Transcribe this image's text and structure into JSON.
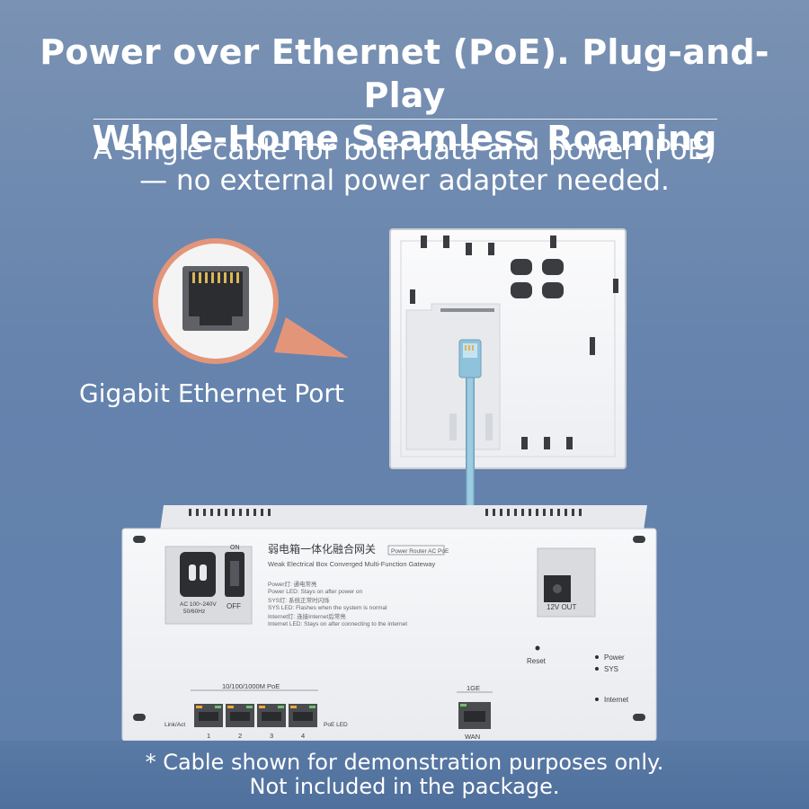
{
  "header": {
    "title_line1": "Power over Ethernet (PoE). Plug-and-Play",
    "title_line2": "Whole-Home Seamless Roaming",
    "subtitle_line1": "A single cable for both data and power (PoE)",
    "subtitle_line2": "— no external power adapter needed."
  },
  "callout": {
    "label": "Gigabit Ethernet Port",
    "icon": "rj45-port-icon"
  },
  "gateway": {
    "title_cn": "弱电箱一体化融合网关",
    "model_tag": "Power Router AC PoE",
    "title_en": "Weak Electrical Box Converged Multi-Function Gateway",
    "power_in_label": "AC 100~240V",
    "power_in_freq": "50/60Hz",
    "switch_on": "ON",
    "switch_off": "OFF",
    "led_power_cn": "Power灯: 通电常亮",
    "led_power_en": "Power LED: Stays on after power on",
    "led_sys_cn": "SYS灯: 系统正常时闪烁",
    "led_sys_en": "SYS LED: Flashes when the system is normal",
    "led_internet_cn": "Internet灯: 连接Internet后常亮",
    "led_internet_en": "Internet LED: Stays on after connecting to the internet",
    "dc_out": "12V OUT",
    "reset": "Reset",
    "ind_power": "Power",
    "ind_sys": "SYS",
    "ind_internet": "Internet",
    "poe_group": "10/100/1000M PoE",
    "linkact": "Link/Act",
    "poe_led": "PoE LED",
    "ports": [
      "1",
      "2",
      "3",
      "4"
    ],
    "wan_top": "1GE",
    "wan_bottom": "WAN"
  },
  "footnote": {
    "line1": "* Cable shown for demonstration purposes only.",
    "line2": "Not included in the package."
  },
  "colors": {
    "background": "#6583ad",
    "cable": "#8fc3dc",
    "callout": "#e3957a",
    "device": "#f3f4f6"
  }
}
